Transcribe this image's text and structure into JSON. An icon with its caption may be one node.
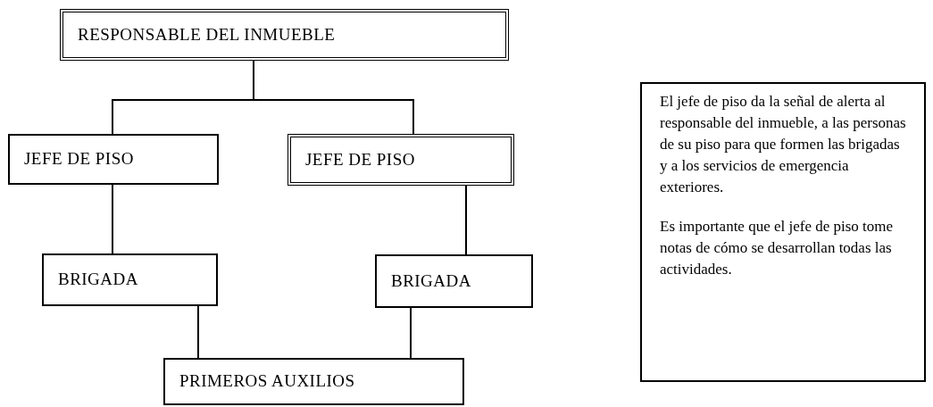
{
  "diagram": {
    "nodes": [
      {
        "text": [
          "RESPONSABLE DEL INMUEBLE"
        ]
      },
      {
        "text": [
          "JEFE DE PISO"
        ]
      },
      {
        "text": [
          "JEFE DE PISO"
        ]
      },
      {
        "text": [
          "BRIGADA"
        ]
      },
      {
        "text": [
          "BRIGADA"
        ]
      },
      {
        "text": [
          "PRIMEROS AUXILIOS"
        ]
      },
      {
        "text": [
          "El jefe de piso da la señal de alerta al responsable del inmueble,  a las personas de su piso para que formen las brigadas y a los servicios de emergencia exteriores.",
          "Es importante que el jefe de piso tome notas de cómo se desarrollan todas las actividades."
        ]
      }
    ],
    "edges": [
      {
        "from": 0,
        "to": 1,
        "arrow": "none"
      },
      {
        "from": 0,
        "to": 2,
        "arrow": "none"
      },
      {
        "from": 1,
        "to": 3,
        "arrow": "none"
      },
      {
        "from": 2,
        "to": 4,
        "arrow": "none"
      },
      {
        "from": 3,
        "to": 5,
        "arrow": "none"
      },
      {
        "from": 4,
        "to": 5,
        "arrow": "none"
      }
    ]
  }
}
